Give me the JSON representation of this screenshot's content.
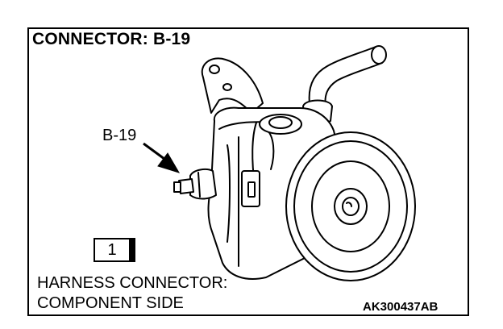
{
  "title": "CONNECTOR: B-19",
  "callout_label": "B-19",
  "connector_pin": "1",
  "caption": {
    "line1": "HARNESS CONNECTOR:",
    "line2": "COMPONENT SIDE"
  },
  "figure_code": "AK300437AB",
  "colors": {
    "ink": "#000000",
    "paper": "#ffffff"
  }
}
